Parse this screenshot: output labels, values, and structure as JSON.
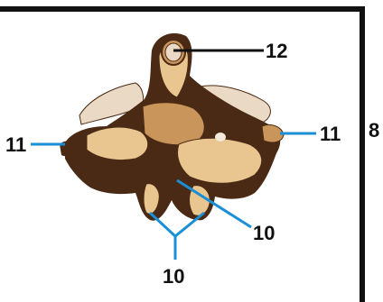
{
  "diagram": {
    "panel_label": "8",
    "callouts": {
      "top": "12",
      "left": "11",
      "right": "11",
      "lower_right": "10",
      "bottom": "10"
    },
    "colors": {
      "frame": "#111111",
      "leader_black": "#111111",
      "leader_blue": "#1a8fd6",
      "bone_light": "#e9c58f",
      "bone_mid": "#c9955a",
      "bone_dark": "#4a2a14",
      "cartilage": "#ead9c4"
    }
  }
}
